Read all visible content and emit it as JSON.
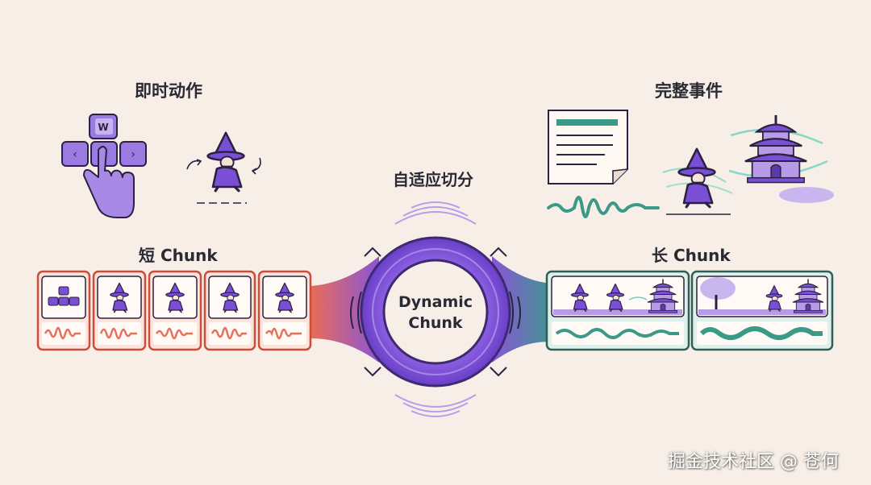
{
  "labels": {
    "instant_action": "即时动作",
    "complete_event": "完整事件",
    "adaptive_split": "自适应切分",
    "short_chunk": "短 Chunk",
    "long_chunk": "长 Chunk",
    "dynamic_line1": "Dynamic",
    "dynamic_line2": "Chunk",
    "key_w": "W",
    "key_left": "‹",
    "key_right": "›"
  },
  "watermark": "掘金技术社区 @ 苍何",
  "colors": {
    "background": "#f7efe7",
    "purple": "#7a4fd6",
    "purple_dark": "#3d2a70",
    "coral": "#e8705a",
    "coral_light": "#fbe4dc",
    "teal": "#3b9a87",
    "teal_dark": "#2f5f57",
    "teal_light": "#dff0ea"
  },
  "icons": [
    "keyboard-arrows-icon",
    "pointing-hand-icon",
    "wizard-icon",
    "document-icon",
    "waveform-icon",
    "pagoda-icon",
    "tree-icon"
  ]
}
